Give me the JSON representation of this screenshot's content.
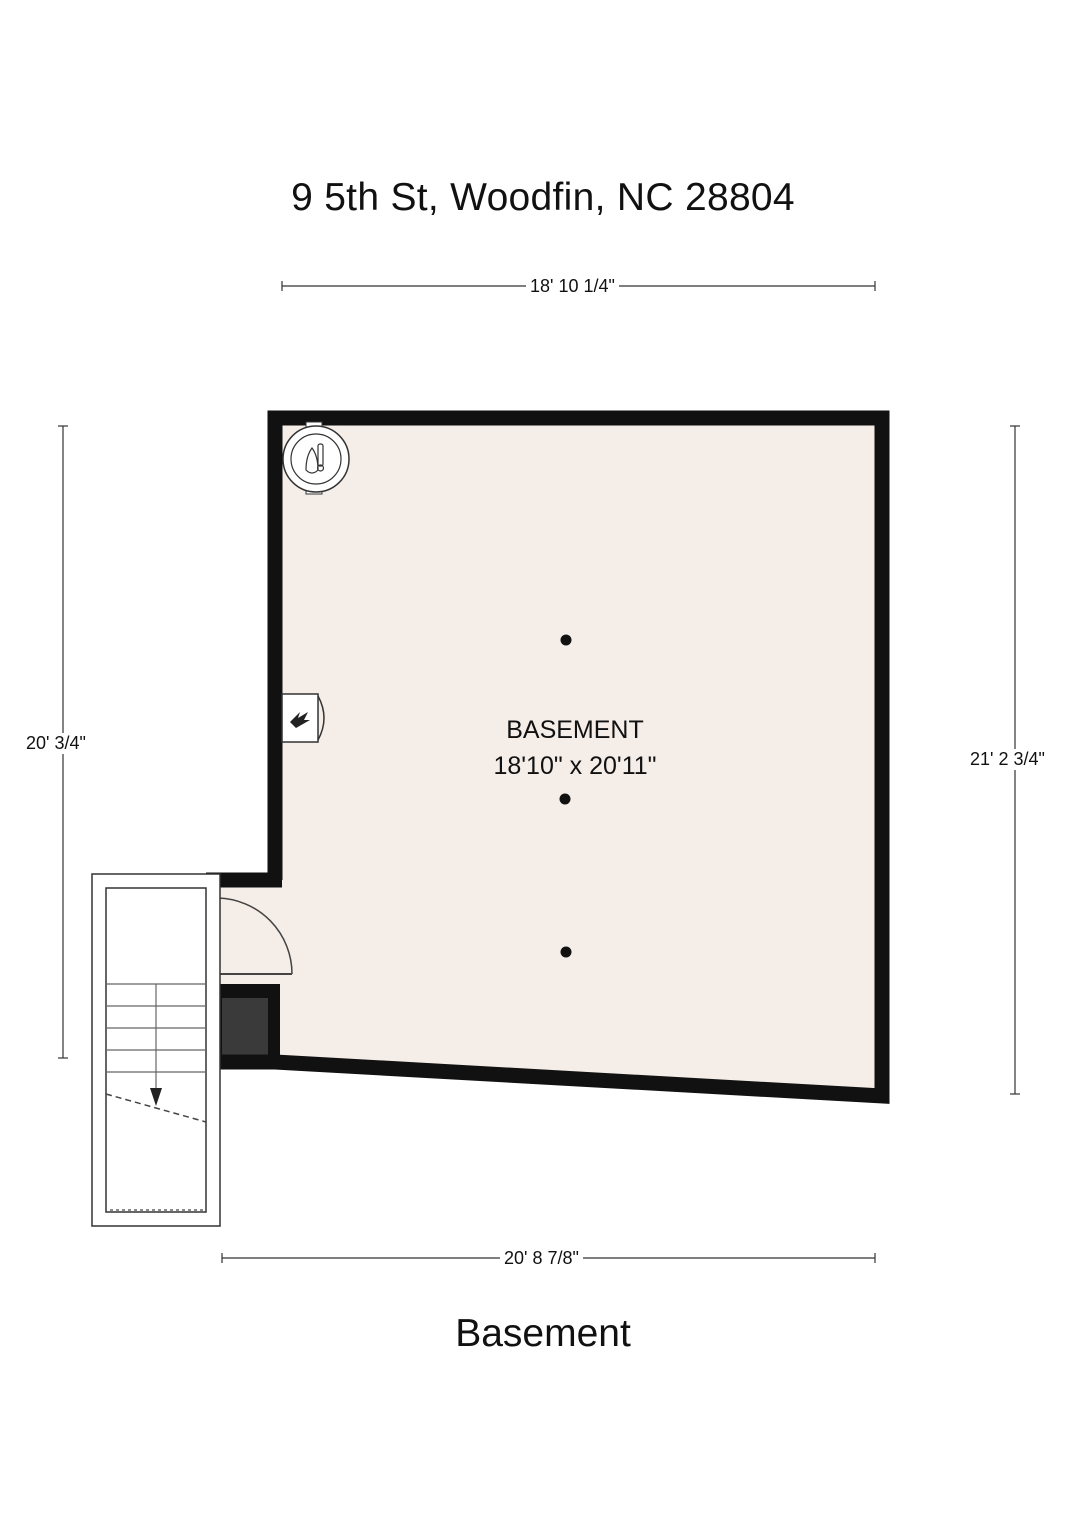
{
  "page": {
    "title": "9 5th St, Woodfin, NC 28804",
    "floor_label": "Basement"
  },
  "dimensions": {
    "top": "18' 10 1/4\"",
    "bottom": "20' 8 7/8\"",
    "left": "20' 3/4\"",
    "right": "21' 2 3/4\""
  },
  "room": {
    "name": "BASEMENT",
    "size": "18'10\" x 20'11\""
  },
  "colors": {
    "floor_fill": "#f4ede8",
    "wall": "#111111",
    "chimney_fill": "#3a3a3a"
  },
  "icons": [
    "water-heater-icon",
    "furnace-icon",
    "post-icon",
    "stair-arrow-icon"
  ]
}
